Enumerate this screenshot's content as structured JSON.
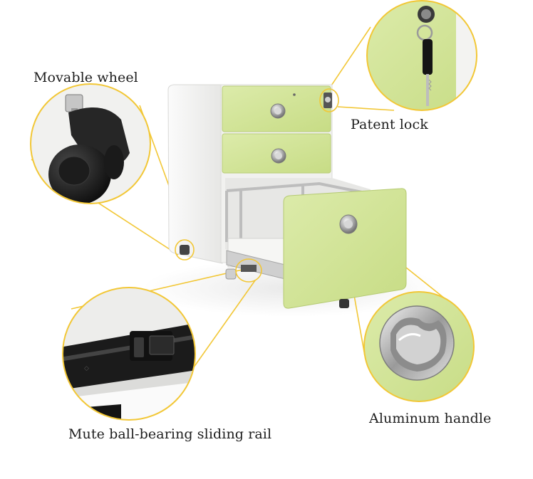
{
  "callouts": {
    "wheel": {
      "label": "Movable wheel",
      "icon": "caster-wheel-icon"
    },
    "lock": {
      "label": "Patent lock",
      "icon": "key-lock-icon"
    },
    "handle": {
      "label": "Aluminum handle",
      "icon": "recessed-handle-icon"
    },
    "rail": {
      "label": "Mute ball-bearing sliding rail",
      "icon": "sliding-rail-icon"
    }
  },
  "colors": {
    "accent_yellow": "#f2c736",
    "drawer_green": "#d2e59a",
    "cabinet_white": "#f4f4f2",
    "steel": "#c9c9c9"
  }
}
